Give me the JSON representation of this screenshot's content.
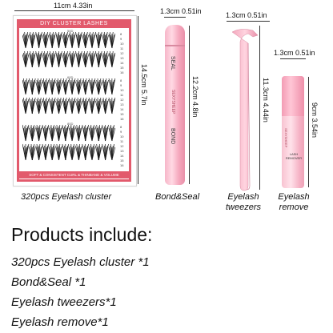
{
  "dimensions": {
    "box_width": "11cm 4.33in",
    "box_height": "14.5cm 5.7in",
    "tube_width": "1.3cm 0.51in",
    "tube_height": "12.2cm 4.8in",
    "tweezer_width": "1.3cm 0.51in",
    "tweezer_height": "11.3cm 4.44in",
    "remover_width": "1.3cm 0.51in",
    "remover_height": "9cm 3.54in"
  },
  "box": {
    "title": "DIY CLUSTER LASHES",
    "footer": "SOFT & CONSISTENT CURL & THINBAND & VOLUME",
    "band_label_1": "50D",
    "band_label_2": "60D",
    "band_label_3": "80D",
    "lengths": [
      "8",
      "9",
      "10",
      "11",
      "12",
      "13",
      "14",
      "15",
      "16"
    ]
  },
  "tube": {
    "label_top": "SEAL",
    "label_brand": "SEXYSHEEP",
    "label_bottom": "BOND"
  },
  "remover": {
    "brand": "SEXYSHEEP",
    "label": "LASH REMOVER"
  },
  "captions": {
    "box": "320pcs Eyelash cluster",
    "tube": "Bond&Seal",
    "tweezers_line1": "Eyelash",
    "tweezers_line2": "tweezers",
    "remover_line1": "Eyelash",
    "remover_line2": "remove"
  },
  "products": {
    "heading": "Products include:",
    "items": [
      "320pcs Eyelash cluster *1",
      "Bond&Seal  *1",
      "Eyelash tweezers*1",
      "Eyelash remove*1"
    ]
  },
  "colors": {
    "accent": "#e25a6c",
    "pink": "#f6b6c8"
  }
}
